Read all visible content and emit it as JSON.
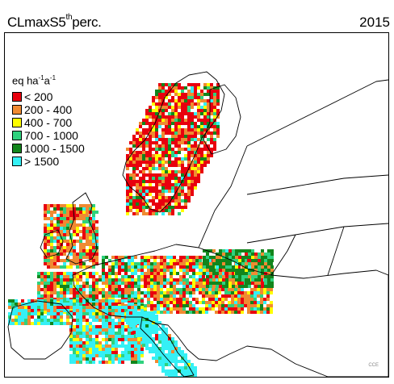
{
  "header": {
    "title_main": "CLmaxS5",
    "title_sup": "th",
    "title_tail": "perc.",
    "year": "2015"
  },
  "legend": {
    "unit_base": "eq ha",
    "unit_exp1": "-1",
    "unit_mid": "a",
    "unit_exp2": "-1",
    "items": [
      {
        "label": "< 200",
        "color": "#e8000e"
      },
      {
        "label": "200 - 400",
        "color": "#f08a32"
      },
      {
        "label": "400 - 700",
        "color": "#ffff00"
      },
      {
        "label": "700 - 1000",
        "color": "#2fd27e"
      },
      {
        "label": "1000 - 1500",
        "color": "#12851c"
      },
      {
        "label": "> 1500",
        "color": "#35f0f5"
      }
    ]
  },
  "credit": "CCE"
}
